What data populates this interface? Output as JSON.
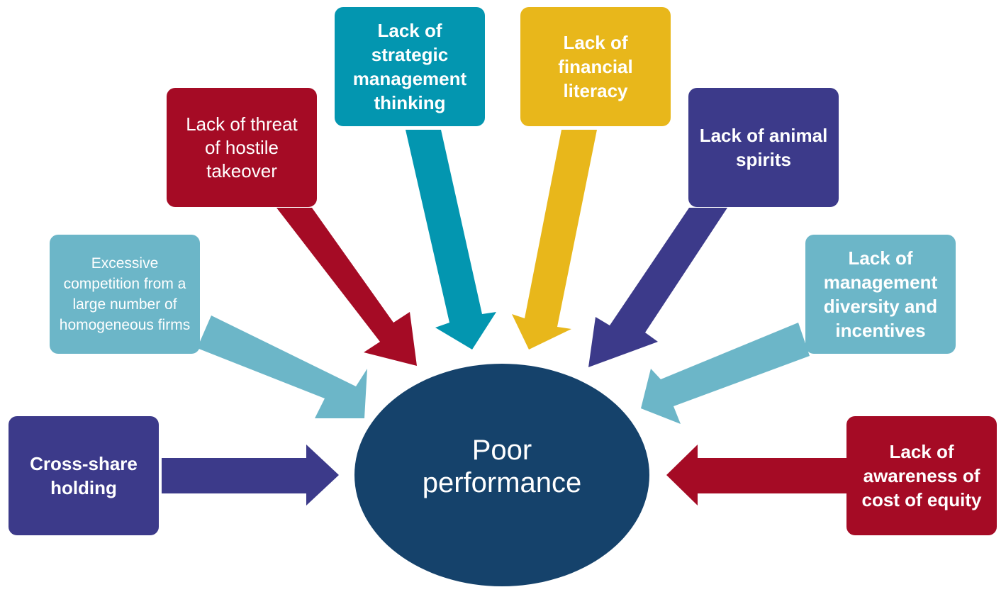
{
  "center": {
    "label_line1": "Poor",
    "label_line2": "performance",
    "color": "#15426B"
  },
  "factors": [
    {
      "id": "cross-share-holding",
      "label": "Cross-share holding",
      "color": "#3C3A8A"
    },
    {
      "id": "excessive-competition",
      "label": "Excessive competition from a large number of homogeneous firms",
      "color": "#6CB6C8"
    },
    {
      "id": "hostile-takeover",
      "label": "Lack of threat of hostile takeover",
      "color": "#A50B25"
    },
    {
      "id": "strategic-thinking",
      "label": "Lack of strategic management thinking",
      "color": "#0396B0"
    },
    {
      "id": "financial-literacy",
      "label": "Lack of financial literacy",
      "color": "#E8B71B"
    },
    {
      "id": "animal-spirits",
      "label": "Lack of animal spirits",
      "color": "#3C3A8A"
    },
    {
      "id": "management-diversity",
      "label": "Lack of management diversity and incentives",
      "color": "#6CB6C8"
    },
    {
      "id": "cost-of-equity",
      "label": "Lack of awareness of cost of equity",
      "color": "#A50B25"
    }
  ]
}
